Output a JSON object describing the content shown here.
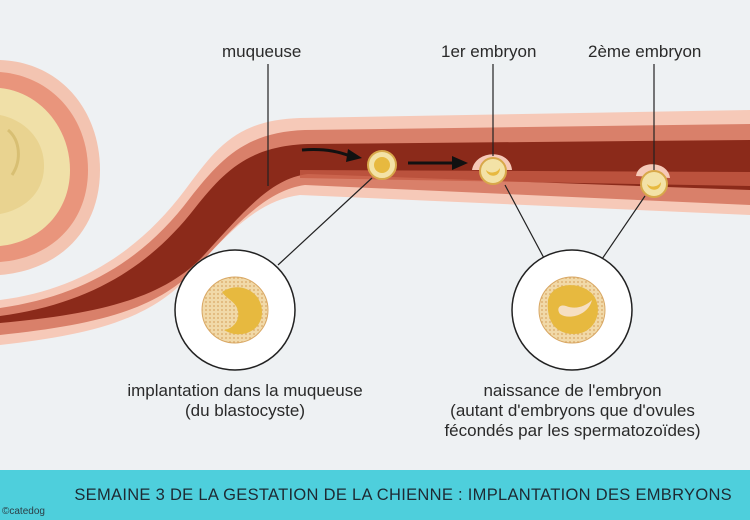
{
  "labels": {
    "mucosa": "muqueuse",
    "embryo_1": "1er embryon",
    "embryo_2": "2ème embryon"
  },
  "captions": {
    "left_line1": "implantation dans la muqueuse",
    "left_line2": "(du blastocyste)",
    "right_line1": "naissance de l'embryon",
    "right_line2": "(autant d'embryons que d'ovules",
    "right_line3": "fécondés par les spermatozoïdes)"
  },
  "banner": {
    "title": "SEMAINE 3 DE LA GESTATION DE LA CHIENNE : IMPLANTATION DES EMBRYONS"
  },
  "copyright": "©catedog",
  "colors": {
    "background": "#eef1f3",
    "banner": "#4ecfdc",
    "tube_outer": "#f6c9b8",
    "tube_wall": "#d9806a",
    "tube_lumen": "#8b2a1a",
    "ovary": "#f3e2a6",
    "embryo": "#e7b93f"
  },
  "icons": {
    "arrow": "right-arrow-icon"
  }
}
